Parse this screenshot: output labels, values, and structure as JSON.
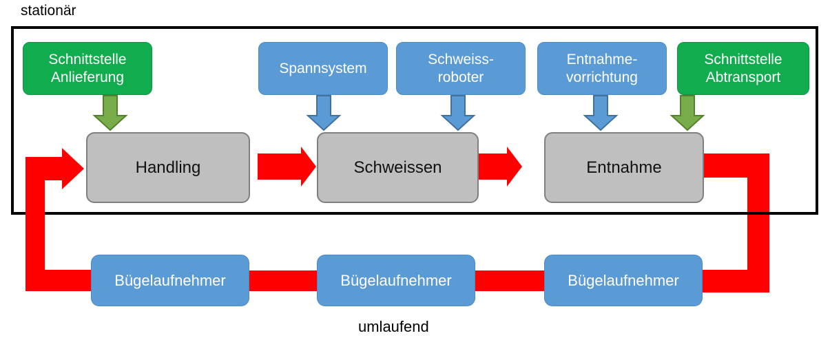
{
  "labels": {
    "stationaer": "stationär",
    "umlaufend": "umlaufend"
  },
  "colors": {
    "green_box": "#10AC4E",
    "blue_box": "#5B9BD5",
    "gray_box_fill": "#BFBFBF",
    "gray_box_border": "#7F7F7F",
    "red": "#FF0000",
    "green_arrow_fill": "#77AC49",
    "green_arrow_border": "#54812F",
    "blue_arrow_fill": "#5B9BD5",
    "blue_arrow_border": "#41719C",
    "frame_black": "#000000"
  },
  "top_row": [
    {
      "id": "schnittstelle-anlieferung",
      "label": "Schnittstelle\nAnlieferung",
      "type": "green"
    },
    {
      "id": "spannsystem",
      "label": "Spannsystem",
      "type": "blue"
    },
    {
      "id": "schweissroboter",
      "label": "Schweiss-\nroboter",
      "type": "blue"
    },
    {
      "id": "entnahmevorrichtung",
      "label": "Entnahme-\nvorrichtung",
      "type": "blue"
    },
    {
      "id": "schnittstelle-abtransport",
      "label": "Schnittstelle\nAbtransport",
      "type": "green"
    }
  ],
  "stations": [
    {
      "id": "handling",
      "label": "Handling"
    },
    {
      "id": "schweissen",
      "label": "Schweissen"
    },
    {
      "id": "entnahme",
      "label": "Entnahme"
    }
  ],
  "carriers": [
    {
      "label": "Bügelaufnehmer"
    },
    {
      "label": "Bügelaufnehmer"
    },
    {
      "label": "Bügelaufnehmer"
    }
  ]
}
